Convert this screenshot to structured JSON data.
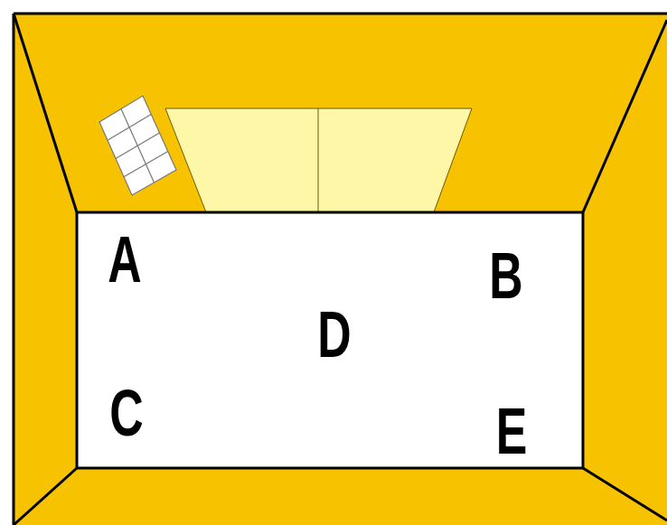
{
  "diagram": {
    "labels": [
      "A",
      "B",
      "D",
      "C",
      "E"
    ]
  }
}
